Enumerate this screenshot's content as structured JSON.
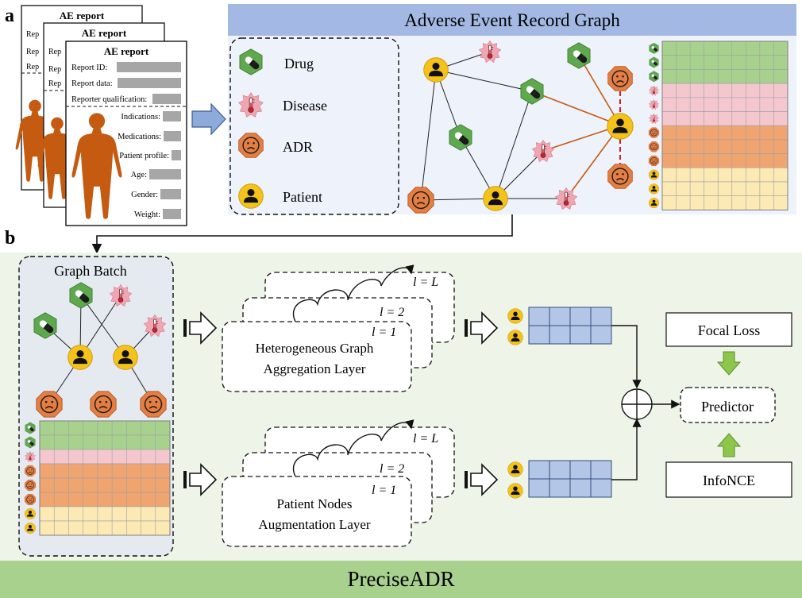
{
  "panel_a_label": "a",
  "panel_b_label": "b",
  "ae_report": {
    "title": "AE report",
    "back_rows": [
      "Rep",
      "Rep",
      "Rep"
    ],
    "fields_top": [
      "Report ID:",
      "Report data:",
      "Reporter qualification:"
    ],
    "fields_bottom": [
      "Indications:",
      "Medications:",
      "Patient profile:",
      "Age:",
      "Gender:",
      "Weight:"
    ]
  },
  "graph_title": "Adverse Event Record Graph",
  "legend": {
    "drug": "Drug",
    "disease": "Disease",
    "adr": "ADR",
    "patient": "Patient"
  },
  "graph_batch_title": "Graph Batch",
  "layers": {
    "top": {
      "line1": "Heterogeneous Graph",
      "line2": "Aggregation Layer"
    },
    "bottom": {
      "line1": "Patient Nodes",
      "line2": "Augmentation Layer"
    },
    "labels": [
      "l = 1",
      "l = 2",
      "l = L"
    ]
  },
  "focal_loss": "Focal Loss",
  "predictor": "Predictor",
  "infonce": "InfoNCE",
  "footer": "PreciseADR",
  "colors": {
    "drug": "#5ea84e",
    "disease": "#f0a6b2",
    "adr": "#e27f45",
    "patient": "#f4c21b",
    "title_bar": "#a3b9e4",
    "footer": "#a9d18e",
    "section_b_bg": "#eef4e8",
    "graph_bg": "#eef2fa",
    "embed": "#b4c6e7",
    "arrow_green": "#8cc64a",
    "edge_orange": "#c55a11",
    "edge_red": "#cc1f1f"
  }
}
